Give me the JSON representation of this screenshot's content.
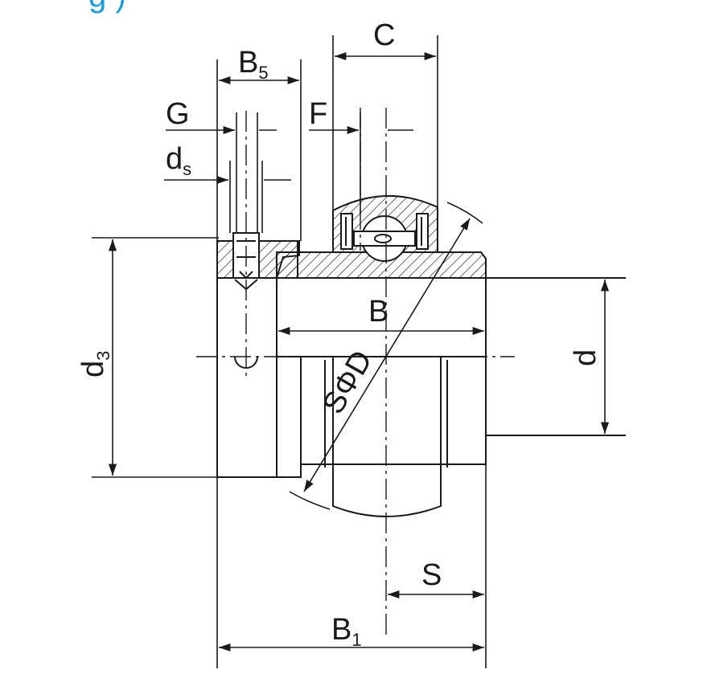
{
  "header": {
    "partial_text": "g )",
    "color": "#1e9bd7"
  },
  "labels": {
    "C": "C",
    "B5_main": "B",
    "B5_sub": "5",
    "G": "G",
    "F": "F",
    "ds_main": "d",
    "ds_sub": "s",
    "d3_main": "d",
    "d3_sub": "3",
    "B": "B",
    "SphiD": "SΦD",
    "d": "d",
    "S": "S",
    "B1_main": "B",
    "B1_sub": "1"
  },
  "colors": {
    "line": "#1a1a1a",
    "hatch": "#1a1a1a",
    "background": "#ffffff"
  }
}
